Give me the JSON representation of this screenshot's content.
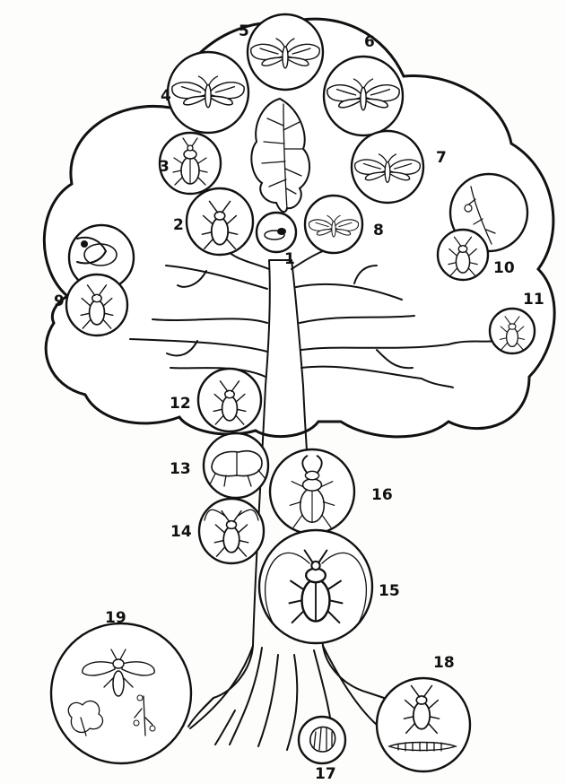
{
  "labels": {
    "n1": "1",
    "n2": "2",
    "n3": "3",
    "n4": "4",
    "n5": "5",
    "n6": "6",
    "n7": "7",
    "n8": "8",
    "n9": "9",
    "n10": "10",
    "n11": "11",
    "n12": "12",
    "n13": "13",
    "n14": "14",
    "n15": "15",
    "n16": "16",
    "n17": "17",
    "n18": "18",
    "n19": "19"
  },
  "icons": {
    "oak_leaf": "oak-leaf-icon",
    "moth": "moth-icon",
    "beetle": "beetle-icon",
    "stag_beetle": "stag-beetle-icon",
    "longhorn_beetle": "longhorn-beetle-icon",
    "larva": "larva-icon",
    "wasp": "wasp-icon",
    "gall": "gall-icon"
  }
}
